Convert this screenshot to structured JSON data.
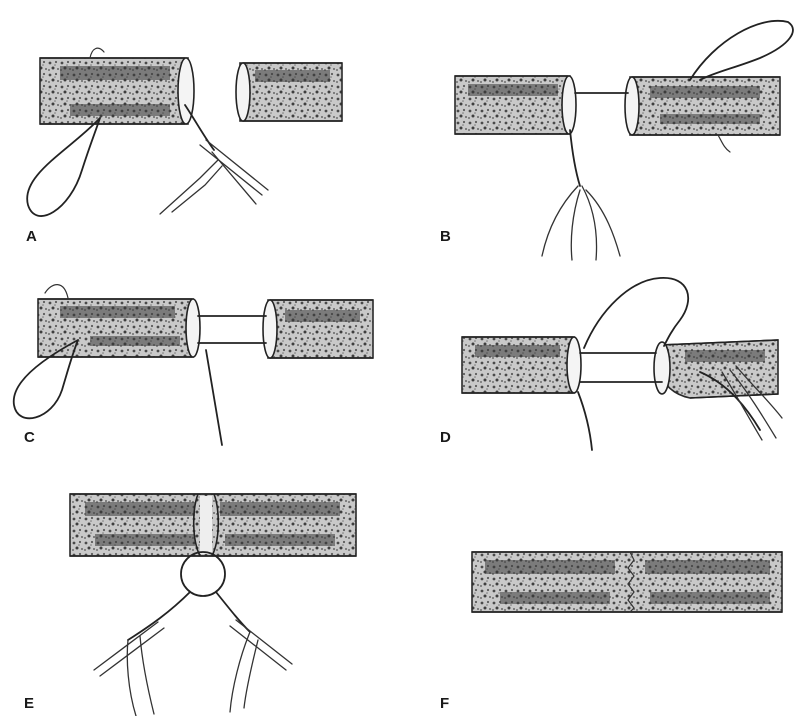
{
  "figure": {
    "panels": [
      {
        "id": "A",
        "label": "A"
      },
      {
        "id": "B",
        "label": "B"
      },
      {
        "id": "C",
        "label": "C"
      },
      {
        "id": "D",
        "label": "D"
      },
      {
        "id": "E",
        "label": "E"
      },
      {
        "id": "F",
        "label": "F"
      }
    ]
  },
  "colors": {
    "background": "#ffffff",
    "ink": "#222222",
    "tube_fill": "#9a9a9a"
  }
}
